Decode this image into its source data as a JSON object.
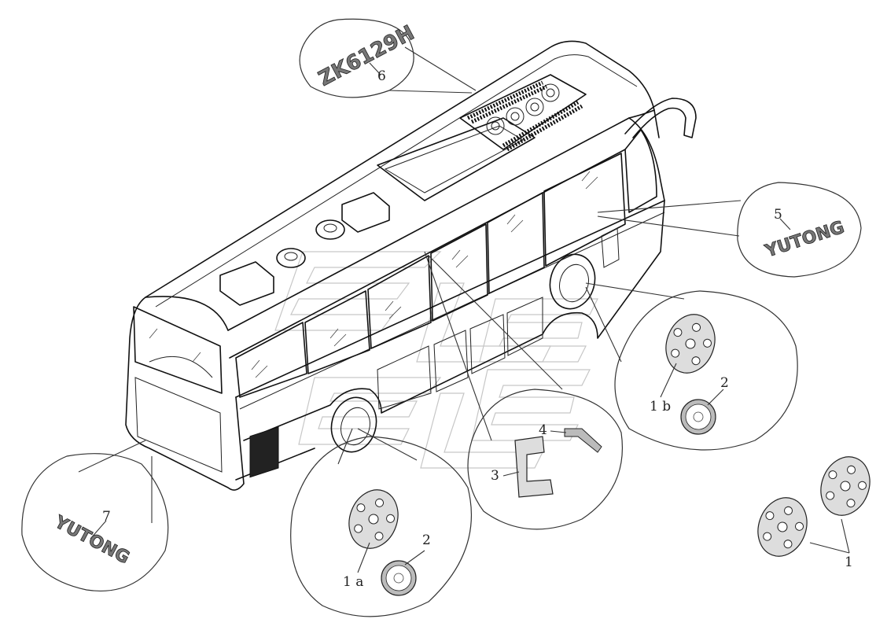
{
  "callouts": {
    "c1": "1",
    "c1a": "1 a",
    "c1b": "1 b",
    "c2a": "2",
    "c2b": "2",
    "c3": "3",
    "c4": "4",
    "c5": "5",
    "c6": "6",
    "c7": "7"
  },
  "badges": {
    "roof_model": "ZK6129H",
    "side_brand": "YUTONG",
    "rear_brand": "YUTONG"
  }
}
